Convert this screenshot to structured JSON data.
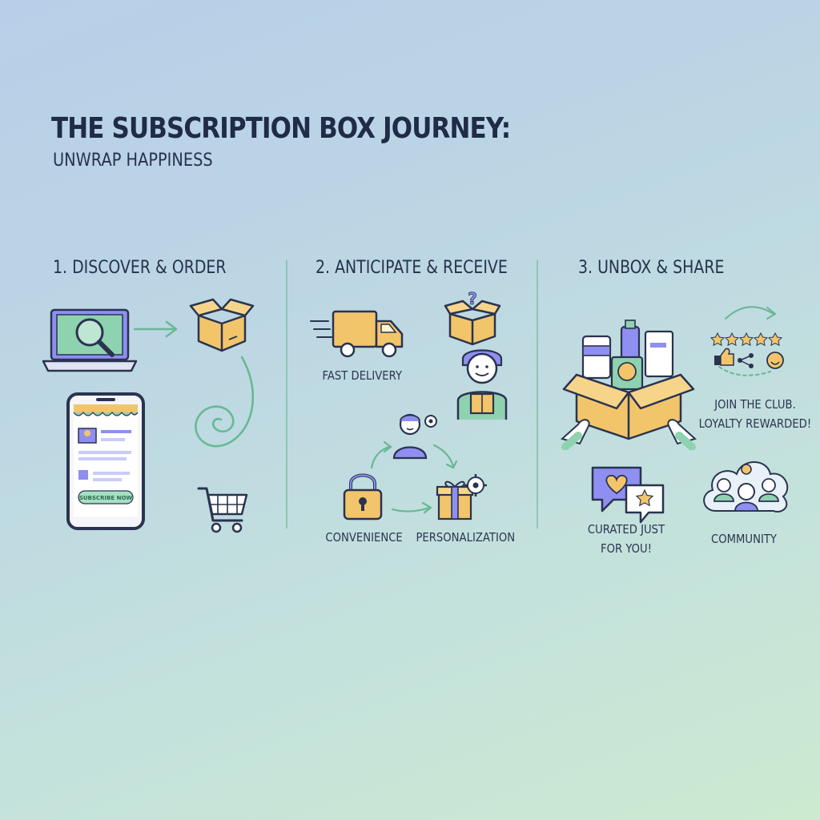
{
  "header": {
    "title": "THE SUBSCRIPTION BOX JOURNEY:",
    "subtitle": "UNWRAP HAPPINESS"
  },
  "steps": [
    {
      "label": "1. DISCOVER & ORDER",
      "phone_button": "SUBSCRIBE NOW"
    },
    {
      "label": "2. ANTICIPATE & RECEIVE",
      "fast_delivery": "FAST DELIVERY",
      "convenience": "CONVENIENCE",
      "personalization": "PERSONALIZATION"
    },
    {
      "label": "3. UNBOX & SHARE",
      "loyalty_line1": "JOIN THE CLUB.",
      "loyalty_line2": "LOYALTY REWARDED!",
      "curated_line1": "CURATED JUST",
      "curated_line2": "FOR YOU!",
      "community": "COMMUNITY"
    }
  ],
  "colors": {
    "stroke": "#2a3350",
    "box": "#f2c56b",
    "green": "#7fc9a3",
    "purple": "#8e8ff0",
    "accent": "#68b893"
  },
  "icons": [
    "laptop-search-icon",
    "arrow-icon",
    "open-box-icon",
    "phone-store-icon",
    "spiral-icon",
    "shopping-cart-icon",
    "delivery-truck-icon",
    "mystery-box-icon",
    "person-with-box-icon",
    "person-gear-icon",
    "padlock-icon",
    "gift-gear-icon",
    "unboxing-icon",
    "rating-stars-icon",
    "speech-bubbles-icon",
    "community-cloud-icon"
  ]
}
